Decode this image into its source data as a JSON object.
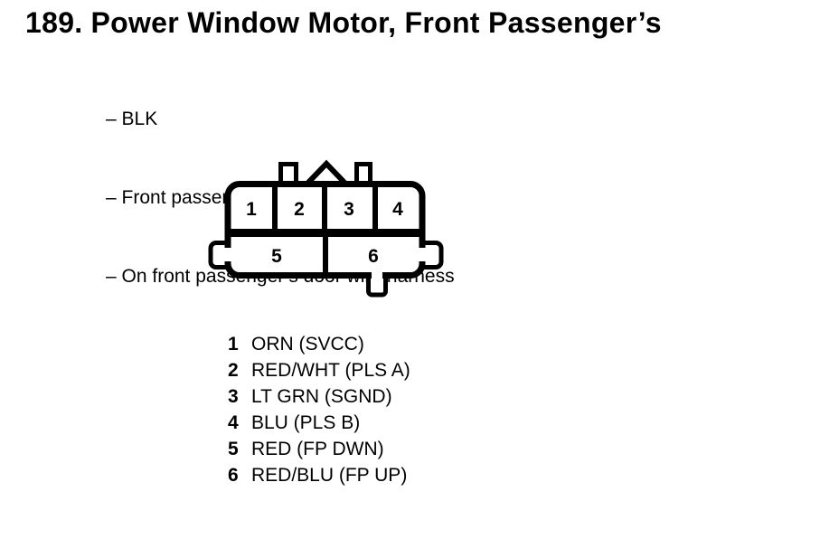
{
  "page": {
    "background": "#ffffff",
    "ink": "#000000"
  },
  "title": {
    "number": "189.",
    "text": "Power Window Motor, Front Passenger’s"
  },
  "notes": [
    "– BLK",
    "– Front passenger’s door",
    "– On front passenger’s door wire harness"
  ],
  "connector": {
    "pins": [
      "1",
      "2",
      "3",
      "4",
      "5",
      "6"
    ]
  },
  "pin_list": [
    {
      "pin": "1",
      "desc": "ORN (SVCC)"
    },
    {
      "pin": "2",
      "desc": "RED/WHT (PLS A)"
    },
    {
      "pin": "3",
      "desc": "LT GRN (SGND)"
    },
    {
      "pin": "4",
      "desc": "BLU (PLS B)"
    },
    {
      "pin": "5",
      "desc": "RED (FP DWN)"
    },
    {
      "pin": "6",
      "desc": "RED/BLU (FP UP)"
    }
  ]
}
